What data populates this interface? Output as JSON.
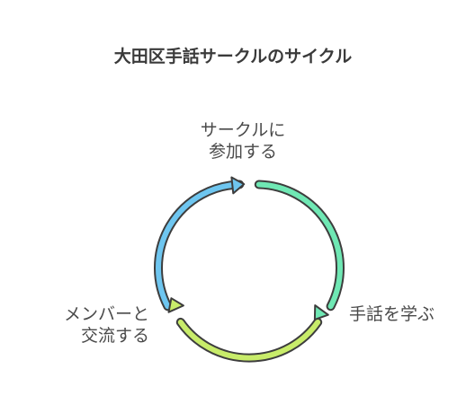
{
  "title": "大田区手話サークルのサイクル",
  "steps": [
    {
      "id": "join",
      "lines": [
        "サークルに",
        "参加する"
      ],
      "color": "#6ec6f0"
    },
    {
      "id": "learn",
      "lines": [
        "手話を学ぶ"
      ],
      "color": "#6fe8b4"
    },
    {
      "id": "interact",
      "lines": [
        "メンバーと",
        "交流する"
      ],
      "color": "#c8ec6a"
    }
  ],
  "stroke_color": "#3d3d3d"
}
